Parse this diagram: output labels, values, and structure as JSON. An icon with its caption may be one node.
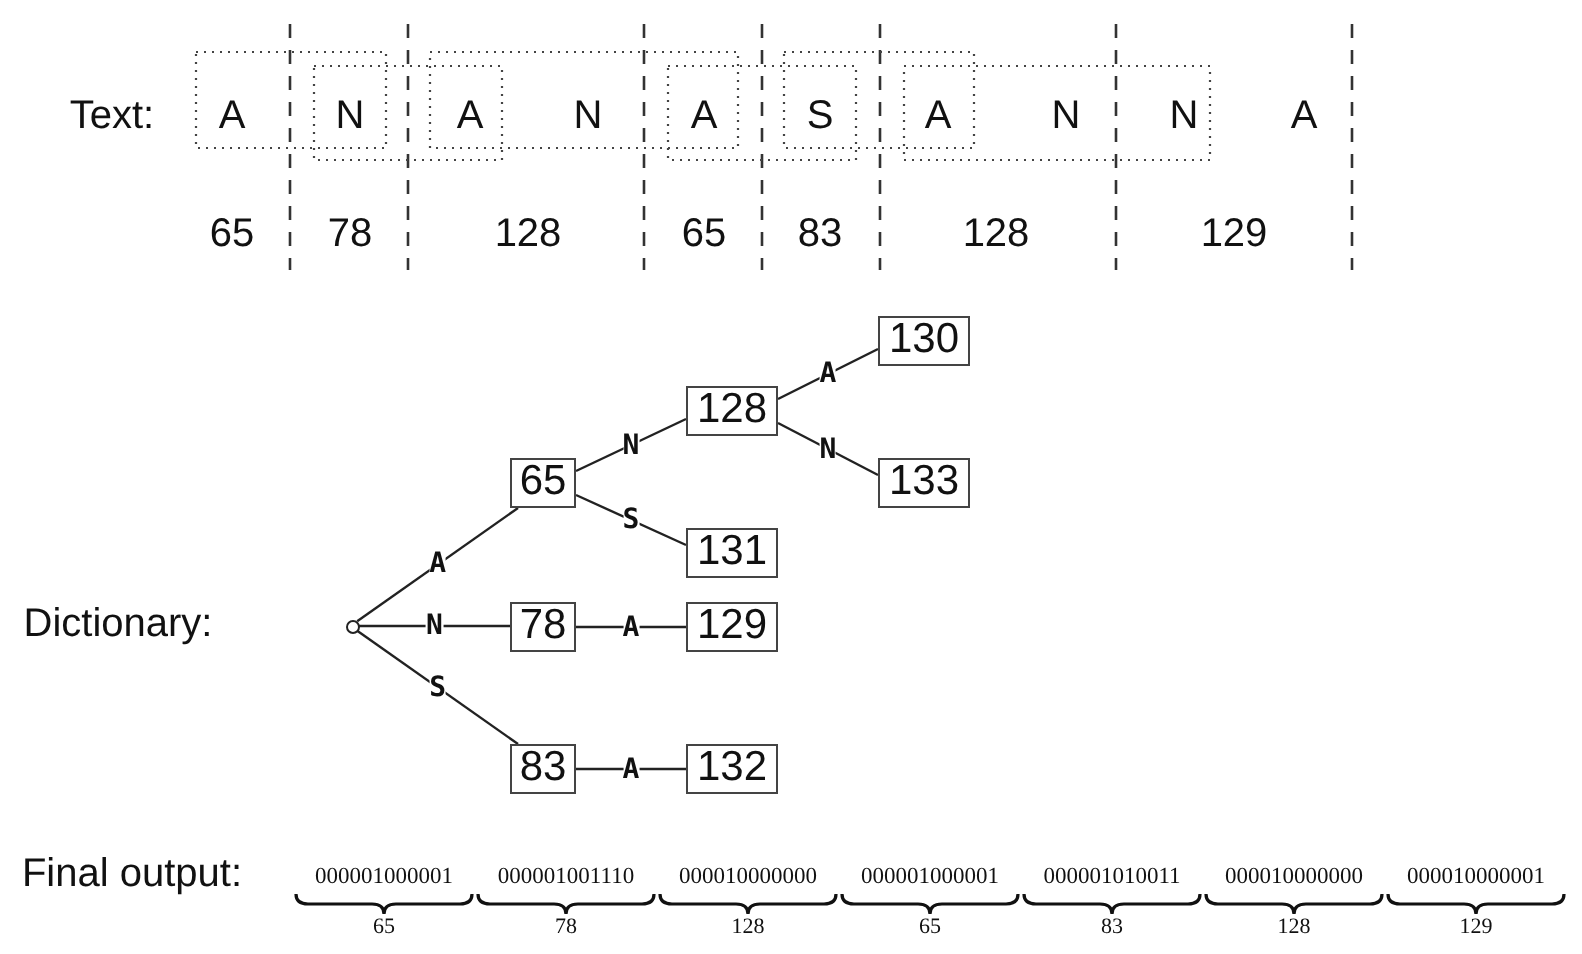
{
  "diagram": {
    "nodes": [
      {
        "text": [],
        "shape": "circle"
      },
      {
        "text": [
          "65"
        ]
      },
      {
        "text": [
          "78"
        ]
      },
      {
        "text": [
          "83"
        ]
      },
      {
        "text": [
          "128"
        ]
      },
      {
        "text": [
          "131"
        ]
      },
      {
        "text": [
          "129"
        ]
      },
      {
        "text": [
          "132"
        ]
      },
      {
        "text": [
          "130"
        ]
      },
      {
        "text": [
          "133"
        ]
      }
    ],
    "edges": [
      {
        "from": 0,
        "to": 1,
        "arrow": "none",
        "label": "A"
      },
      {
        "from": 0,
        "to": 2,
        "arrow": "none",
        "label": "N"
      },
      {
        "from": 0,
        "to": 3,
        "arrow": "none",
        "label": "S"
      },
      {
        "from": 1,
        "to": 4,
        "arrow": "none",
        "label": "N"
      },
      {
        "from": 1,
        "to": 5,
        "arrow": "none",
        "label": "S"
      },
      {
        "from": 2,
        "to": 6,
        "arrow": "none",
        "label": "A"
      },
      {
        "from": 3,
        "to": 7,
        "arrow": "none",
        "label": "A"
      },
      {
        "from": 4,
        "to": 8,
        "arrow": "none",
        "label": "A"
      },
      {
        "from": 4,
        "to": 9,
        "arrow": "none",
        "label": "N"
      }
    ],
    "labels": [
      "Text:",
      "A",
      "N",
      "A",
      "N",
      "A",
      "S",
      "A",
      "N",
      "N",
      "A",
      "65",
      "78",
      "128",
      "65",
      "83",
      "128",
      "129",
      "Dictionary:",
      "Final output:",
      "000001000001",
      "000001001110",
      "000010000000",
      "000001000001",
      "000001010011",
      "000010000000",
      "000010000001",
      "65",
      "78",
      "128",
      "65",
      "83",
      "128",
      "129"
    ]
  }
}
